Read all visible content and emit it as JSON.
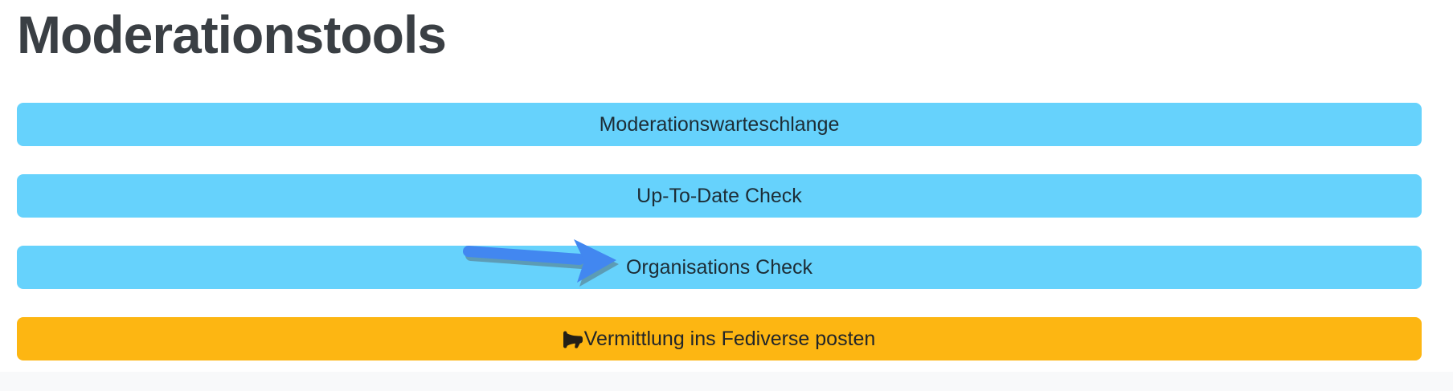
{
  "page": {
    "title": "Moderationstools"
  },
  "buttons": [
    {
      "label": "Moderationswarteschlange",
      "style": "info"
    },
    {
      "label": "Up-To-Date Check",
      "style": "info"
    },
    {
      "label": "Organisations Check",
      "style": "info"
    },
    {
      "label": "Vermittlung ins Fediverse posten",
      "style": "warning",
      "icon": "megaphone-icon"
    }
  ],
  "annotation": {
    "type": "arrow",
    "points_to": "Organisations Check",
    "color": "#4287f0",
    "shadow_color": "#55707c"
  },
  "colors": {
    "button_info_bg": "#66d2fc",
    "button_warning_bg": "#fdb612",
    "title_text": "#3a3f44",
    "button_text": "#1d2d36",
    "footer_strip_bg": "#f8f9fa",
    "page_bg": "#ffffff"
  }
}
